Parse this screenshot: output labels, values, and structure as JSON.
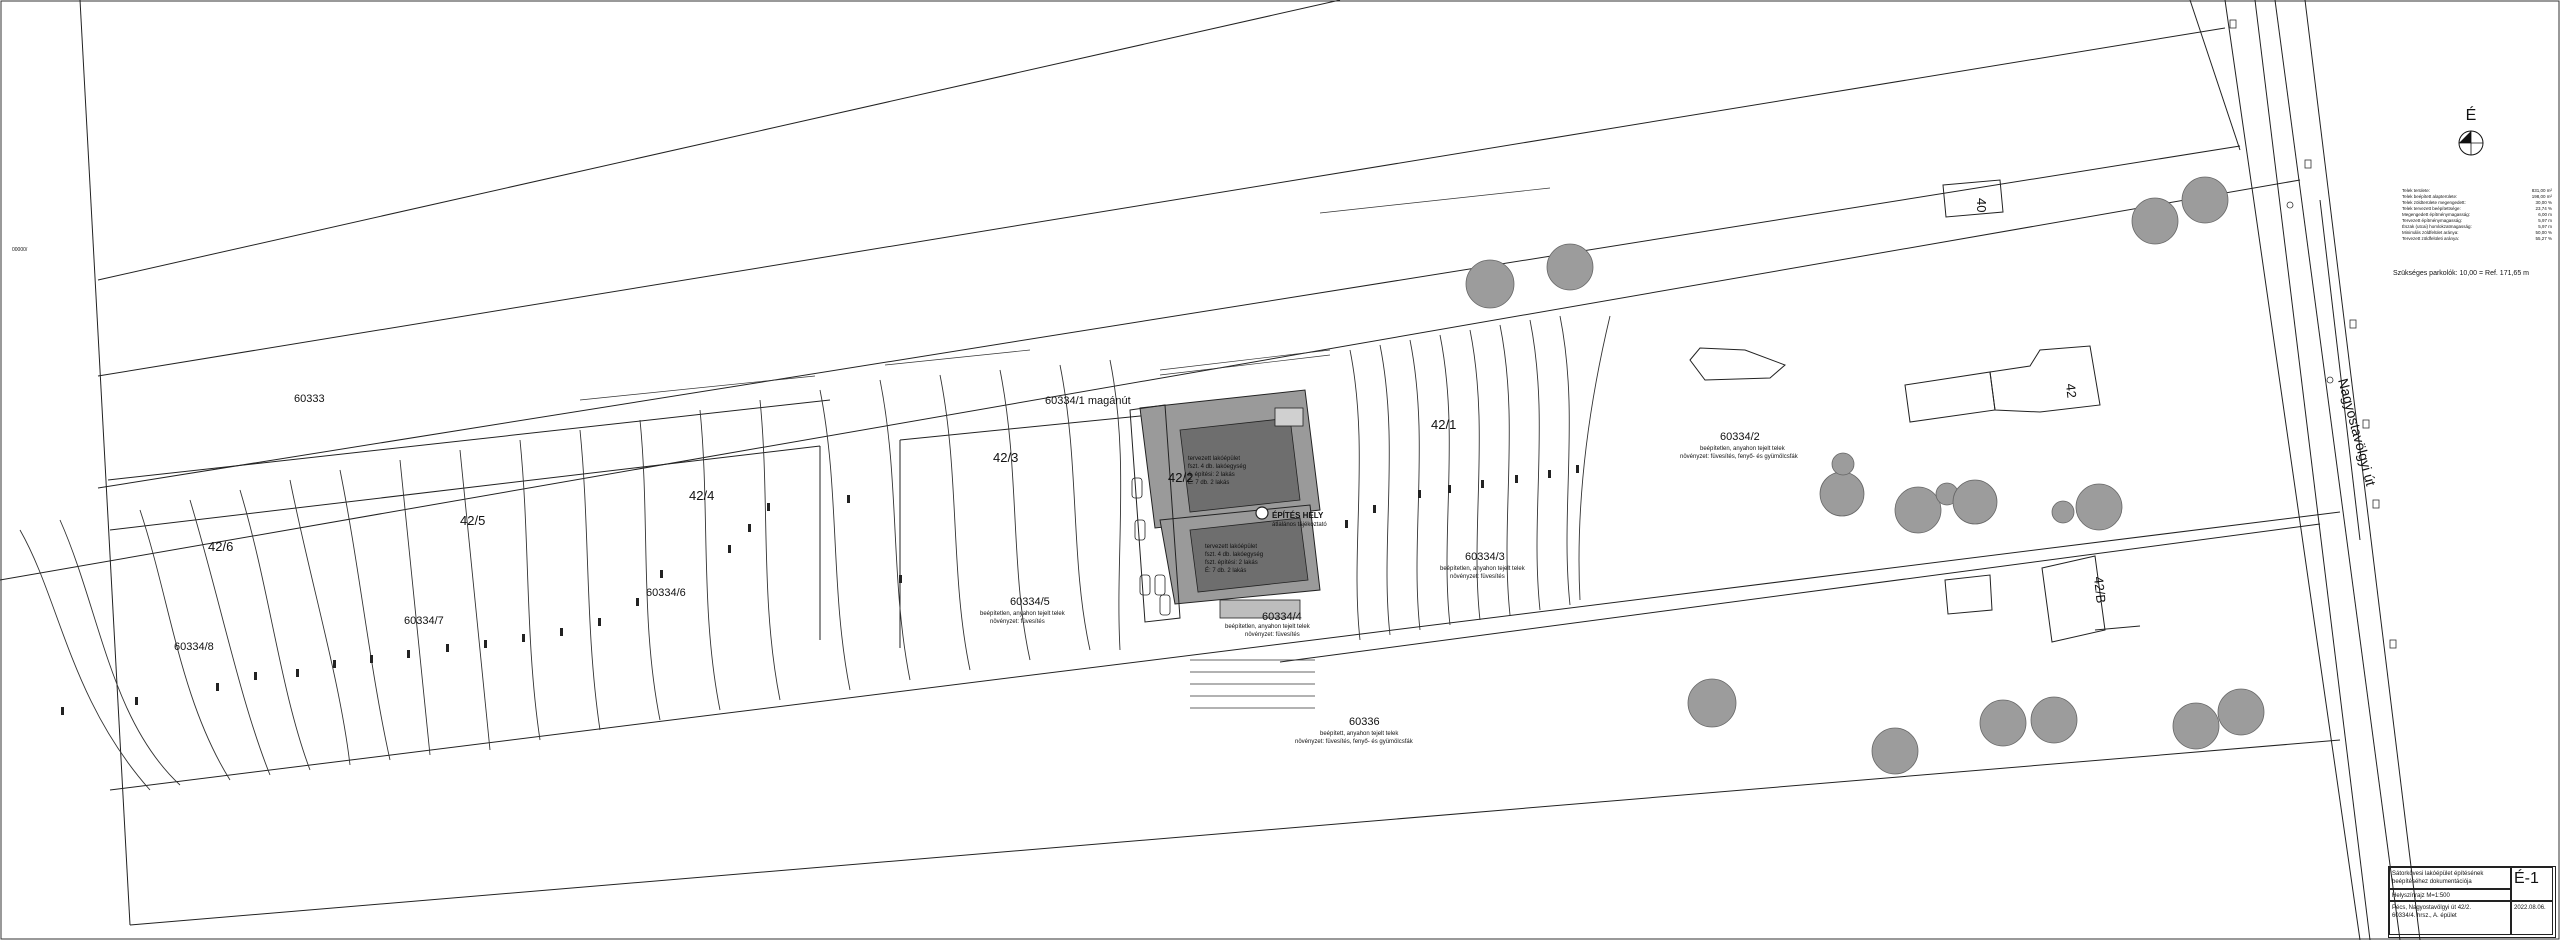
{
  "north_arrow": {
    "label": "É"
  },
  "road_name": "Nagyostavölgyi út",
  "page_label": "00000/",
  "lots": [
    {
      "id": "lot-60333",
      "label": "60333"
    },
    {
      "id": "lot-60334-1",
      "label": "60334/1 magánút"
    },
    {
      "id": "lot-42-6",
      "label": "42/6"
    },
    {
      "id": "lot-42-5",
      "label": "42/5"
    },
    {
      "id": "lot-42-4",
      "label": "42/4"
    },
    {
      "id": "lot-42-3",
      "label": "42/3"
    },
    {
      "id": "lot-42-2",
      "label": "42/2"
    },
    {
      "id": "lot-42-1",
      "label": "42/1"
    },
    {
      "id": "lot-40",
      "label": "40"
    },
    {
      "id": "lot-42",
      "label": "42"
    },
    {
      "id": "lot-42-b",
      "label": "42/B"
    },
    {
      "id": "lot-60334-8",
      "label": "60334/8"
    },
    {
      "id": "lot-60334-7",
      "label": "60334/7"
    },
    {
      "id": "lot-60334-6",
      "label": "60334/6"
    },
    {
      "id": "lot-60334-5",
      "label": "60334/5"
    },
    {
      "id": "lot-60334-4",
      "label": "60334/4"
    },
    {
      "id": "lot-60334-3",
      "label": "60334/3"
    },
    {
      "id": "lot-60334-2",
      "label": "60334/2"
    },
    {
      "id": "lot-60336",
      "label": "60336"
    }
  ],
  "lot_notes": {
    "n60334_5": [
      "beépítetlen, anyahon tejelt telek",
      "növényzet: füvesítés"
    ],
    "n60334_4": [
      "beépítetlen, anyahon tejelt telek",
      "növényzet: füvesítés"
    ],
    "n60334_3": [
      "beépítetlen, anyahon tejelt telek",
      "növényzet: füvesítés"
    ],
    "n60334_2": [
      "beépítetlen, anyahon tejelt telek",
      "növényzet: füvesítés, fenyő- és gyümölcsfák"
    ],
    "n60336": [
      "beépített, anyahon tejelt telek",
      "növényzet: füvesítés, fenyő- és gyümölcsfák"
    ]
  },
  "buildings": {
    "upper": [
      "tervezett lakóépület",
      "fszt. 4 db. lakóegység",
      "á. építési: 2 lakás",
      "É: 7 db. 2 lakás"
    ],
    "lower": [
      "tervezett lakóépület",
      "fszt. 4 db. lakóegység",
      "fszt. építési: 2 lakás",
      "É: 7 db. 2 lakás"
    ],
    "site_mark": "ÉPÍTÉS HELY",
    "site_mark_sub": "átlalános tájékoztató"
  },
  "stats": [
    {
      "label": "Telek területe:",
      "value": "831,00 m²"
    },
    {
      "label": "Telek beépített alapterülete:",
      "value": "198,00 m²"
    },
    {
      "label": "Telek zöldterülete megengedett:",
      "value": "30,00 %"
    },
    {
      "label": "Telek tervezett beépítettsége:",
      "value": "23,74 %"
    },
    {
      "label": "Megengedett építménymagasság:",
      "value": "6,00 m"
    },
    {
      "label": "Tervezett építménymagasság:",
      "value": "5,97 m"
    },
    {
      "label": "Észak (utcai) homlokzatmagasság:",
      "value": "5,97 m"
    },
    {
      "label": "Minimális zöldfelület aránya:",
      "value": "50,00 %"
    },
    {
      "label": "Tervezett zöldfelületi aránya:",
      "value": "55,27 %"
    }
  ],
  "extension_note": "Szükséges parkolók: 10,00 = Ref. 171,65 m",
  "title_block": {
    "project_lines": [
      "Sátorkövesi lakóépület építésének",
      "beépítéséhez dokumentációja"
    ],
    "drawing": "Helyszínrajz M=1:500",
    "sheet": "É-1",
    "date": "2022.08.06.",
    "location_lines": [
      "Pécs, Nagyostavölgyi út 42/2.",
      "60334/4. hrsz., A. épület"
    ]
  }
}
